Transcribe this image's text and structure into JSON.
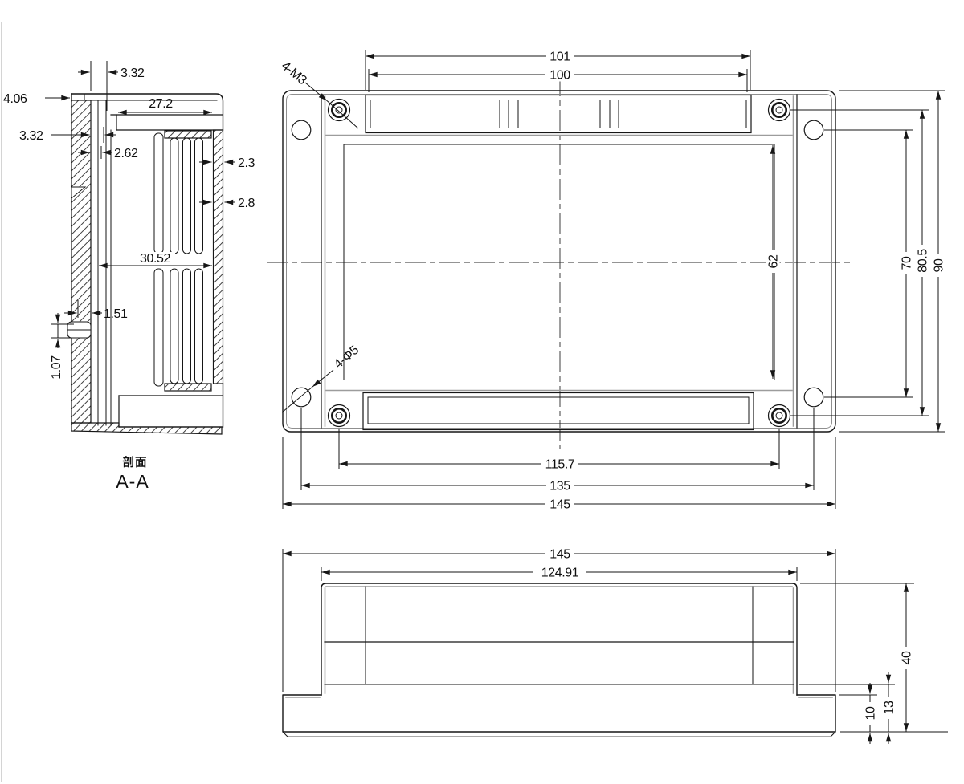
{
  "section_view": {
    "caption_cn": "剖面",
    "caption_latin": "A-A",
    "dims": {
      "top_gap": "3.32",
      "top_lip": "4.06",
      "left_wall": "3.32",
      "left_rib": "2.62",
      "top_opening_width": "27.2",
      "right_wall_upper": "2.3",
      "right_wall_lower": "2.8",
      "inner_width": "30.52",
      "rail_hook": "1.51",
      "rail_hook_height": "1.07"
    }
  },
  "plan_view": {
    "labels": {
      "corner_bosses": "4-M3",
      "mounting_holes": "4-Φ5"
    },
    "dims": {
      "top_slot_outer_width": "101",
      "top_slot_inner_width": "100",
      "cavity_height": "62",
      "hole_span_vertical": "70",
      "boss_span_vertical": "80.5",
      "overall_height": "90",
      "boss_span_horizontal": "115.7",
      "hole_span_horizontal": "135",
      "overall_width": "145"
    }
  },
  "front_view": {
    "dims": {
      "overall_width": "145",
      "body_width": "124.91",
      "overall_height": "40",
      "floor_height": "13",
      "flange_height": "10"
    }
  }
}
